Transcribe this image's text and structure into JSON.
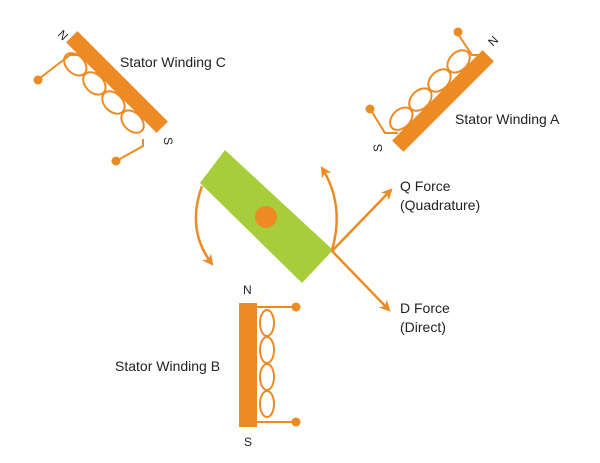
{
  "colors": {
    "stator": "#ec8b23",
    "rotor": "#a8cd3a",
    "arrow": "#ec8b23",
    "text": "#222222",
    "background": "#ffffff"
  },
  "windings": {
    "a": {
      "label": "Stator Winding A",
      "north": "N",
      "south": "S"
    },
    "b": {
      "label": "Stator Winding B",
      "north": "N",
      "south": "S"
    },
    "c": {
      "label": "Stator Winding C",
      "north": "N",
      "south": "S"
    }
  },
  "forces": {
    "q": {
      "line1": "Q Force",
      "line2": "(Quadrature)"
    },
    "d": {
      "line1": "D Force",
      "line2": "(Direct)"
    }
  }
}
